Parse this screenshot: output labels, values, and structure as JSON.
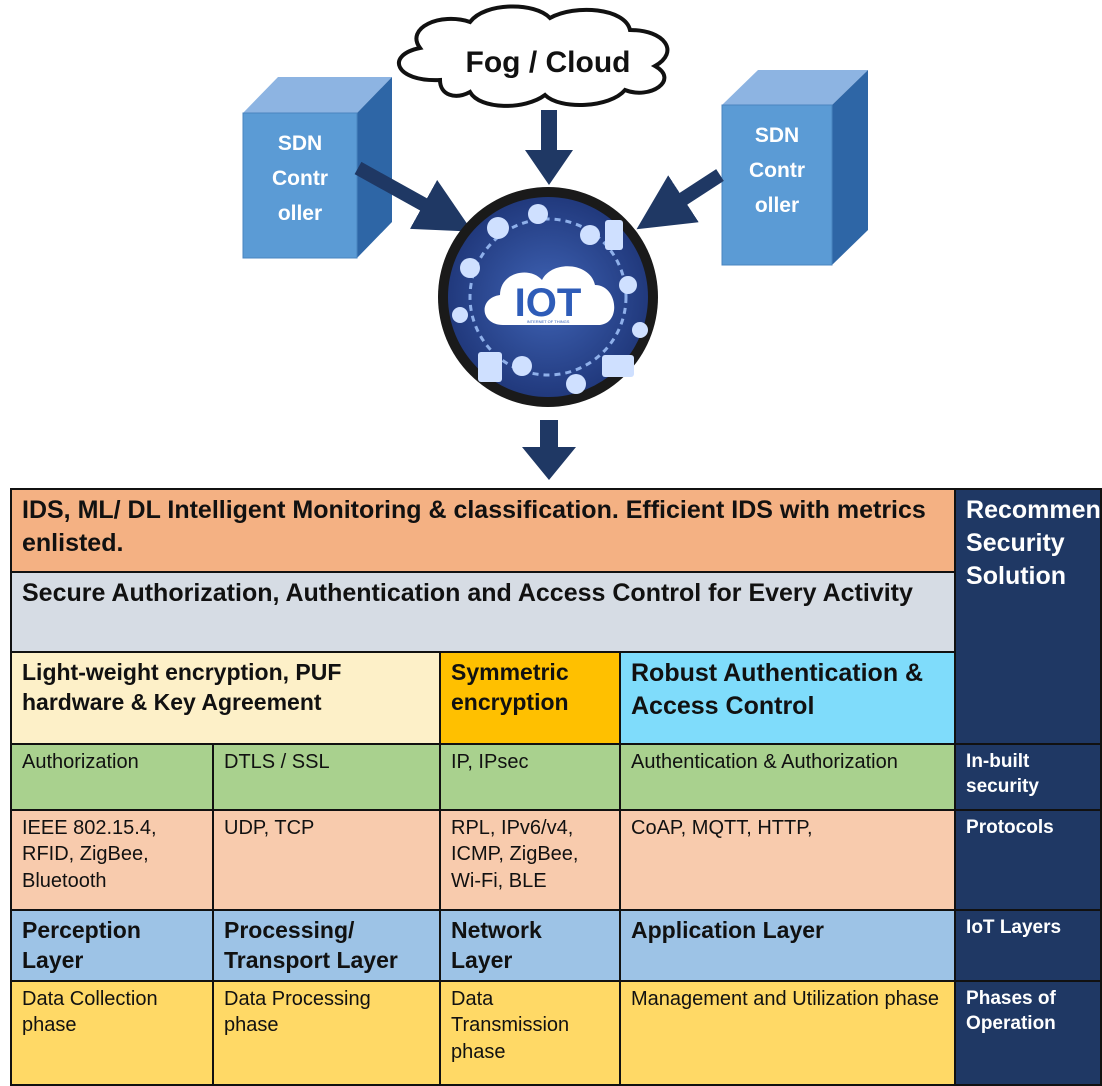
{
  "diagram": {
    "cloud_label": "Fog / Cloud",
    "controller_left": [
      "SDN",
      "Contr",
      "oller"
    ],
    "controller_right": [
      "SDN",
      "Contr",
      "oller"
    ],
    "iot_label": "IOT",
    "iot_sub": "INTERNET OF THINGS"
  },
  "table": {
    "row_ids": "IDS, ML/ DL Intelligent Monitoring & classification. Efficient IDS with metrics enlisted.",
    "row_auth": "Secure Authorization, Authentication and Access Control for Every Activity",
    "recommended": "Recommended Security Solution",
    "light_weight": "Light-weight encryption, PUF hardware & Key Agreement",
    "symmetric": "Symmetric encryption",
    "robust": "Robust Authentication & Access Control",
    "inbuilt": [
      "Authorization",
      "DTLS / SSL",
      "IP, IPsec",
      "Authentication & Authorization"
    ],
    "inbuilt_label": "In-built security",
    "protocols": [
      "IEEE 802.15.4, RFID, ZigBee, Bluetooth",
      "UDP, TCP",
      "RPL, IPv6/v4, ICMP, ZigBee, Wi-Fi, BLE",
      "CoAP, MQTT, HTTP,"
    ],
    "protocols_label": "Protocols",
    "layers": [
      "Perception Layer",
      "Processing/ Transport Layer",
      "Network Layer",
      "Application Layer"
    ],
    "layers_label": "IoT Layers",
    "phases": [
      "Data Collection phase",
      "Data Processing phase",
      "Data Transmission phase",
      "Management and Utilization phase"
    ],
    "phases_label": "Phases of Operation"
  }
}
